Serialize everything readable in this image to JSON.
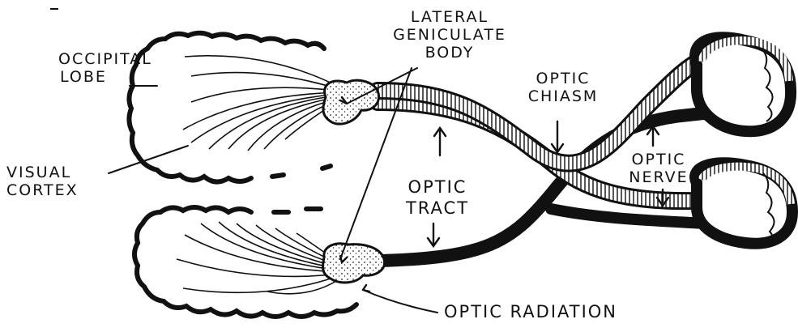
{
  "labels": {
    "lgb_line1": "LATERAL",
    "lgb_line2": "GENICULATE",
    "lgb_line3": "BODY",
    "occipital_line1": "OCCIPITAL",
    "occipital_line2": "LOBE",
    "chiasm_line1": "OPTIC",
    "chiasm_line2": "CHIASM",
    "cortex_line1": "VISUAL",
    "cortex_line2": "CORTEX",
    "nerve_line1": "OPTIC",
    "nerve_line2": "NERVE",
    "tract_line1": "OPTIC",
    "tract_line2": "TRACT",
    "optic_radiation": "OPTIC RADIATION"
  }
}
